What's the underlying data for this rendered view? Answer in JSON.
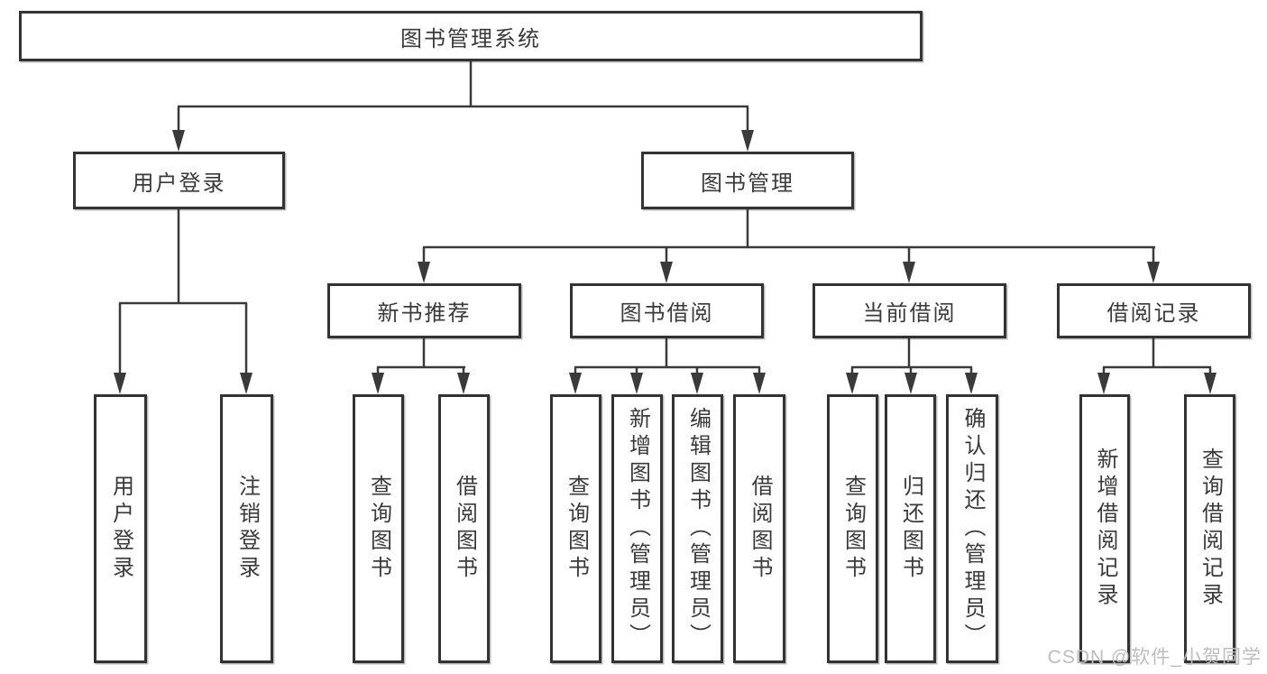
{
  "tree": {
    "root": {
      "label": "图书管理系统"
    },
    "branches": [
      {
        "label": "用户登录",
        "children": [
          "用户登录",
          "注销登录"
        ]
      },
      {
        "label": "图书管理",
        "groups": [
          {
            "label": "新书推荐",
            "children": [
              "查询图书",
              "借阅图书"
            ]
          },
          {
            "label": "图书借阅",
            "children": [
              "查询图书",
              "新增图书（管理员）",
              "编辑图书（管理员）",
              "借阅图书"
            ]
          },
          {
            "label": "当前借阅",
            "children": [
              "查询图书",
              "归还图书",
              "确认归还（管理员）"
            ]
          },
          {
            "label": "借阅记录",
            "children": [
              "新增借阅记录",
              "查询借阅记录"
            ]
          }
        ]
      }
    ]
  },
  "watermark": {
    "text": "CSDN @软件_小贺同学",
    "color": "#bdbdbd"
  },
  "colors": {
    "line": "#3a3a3a",
    "border": "#333333",
    "text": "#3a3a3a",
    "background": "#ffffff"
  }
}
